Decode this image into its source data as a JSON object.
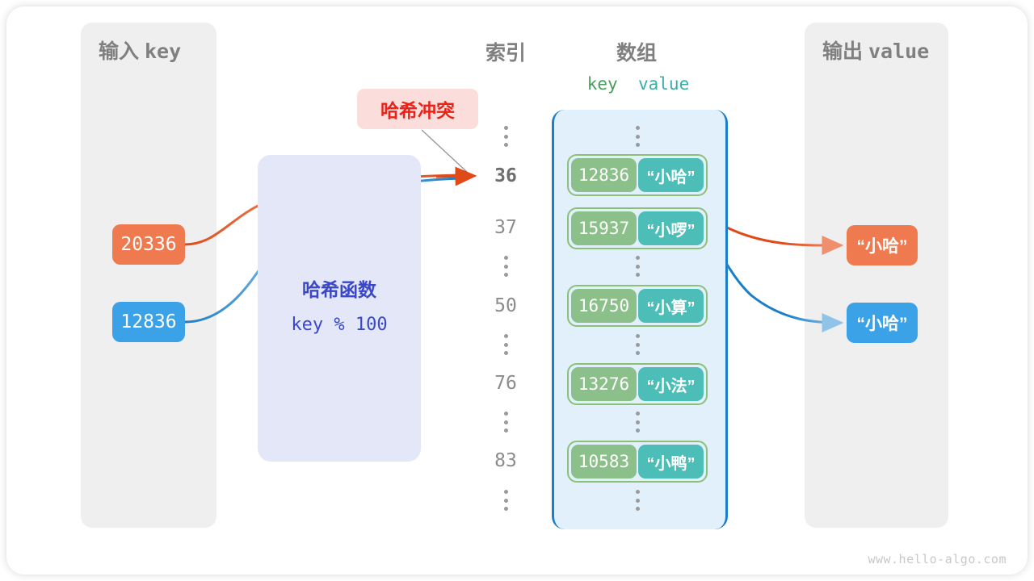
{
  "diagram": {
    "watermark": "www.hello-algo.com"
  },
  "input_panel": {
    "title_cjk": "输入",
    "title_mono": "key",
    "keys": [
      {
        "value": "20336",
        "color": "#ef7a4f"
      },
      {
        "value": "12836",
        "color": "#3ba2e8"
      }
    ]
  },
  "hash_function": {
    "label": "哈希函数",
    "expression": "key % 100",
    "accent": "#3a48c8",
    "background": "#e3e7f7"
  },
  "collision": {
    "label": "哈希冲突",
    "text_color": "#e8241a",
    "background": "#fbdedc"
  },
  "index_column": {
    "header": "索引",
    "entries": [
      {
        "kind": "dots"
      },
      {
        "kind": "index",
        "label": "36",
        "active": true
      },
      {
        "kind": "index",
        "label": "37",
        "active": false
      },
      {
        "kind": "dots"
      },
      {
        "kind": "index",
        "label": "50",
        "active": false
      },
      {
        "kind": "dots"
      },
      {
        "kind": "index",
        "label": "76",
        "active": false
      },
      {
        "kind": "dots"
      },
      {
        "kind": "index",
        "label": "83",
        "active": false
      },
      {
        "kind": "dots"
      }
    ]
  },
  "array_column": {
    "header": "数组",
    "key_header": "key",
    "value_header": "value",
    "key_header_color": "#4a9e5c",
    "value_header_color": "#3aada8",
    "border_color": "#1a7ec8",
    "background": "#e2f0fb",
    "buckets": [
      {
        "key": "12836",
        "value": "“小哈”"
      },
      {
        "key": "15937",
        "value": "“小啰”"
      },
      {
        "key": "16750",
        "value": "“小算”"
      },
      {
        "key": "13276",
        "value": "“小法”"
      },
      {
        "key": "10583",
        "value": "“小鸭”"
      }
    ]
  },
  "output_panel": {
    "title_cjk": "输出",
    "title_mono": "value",
    "values": [
      {
        "value": "“小哈”",
        "color": "#ef7a4f"
      },
      {
        "value": "“小哈”",
        "color": "#3ba2e8"
      }
    ]
  }
}
